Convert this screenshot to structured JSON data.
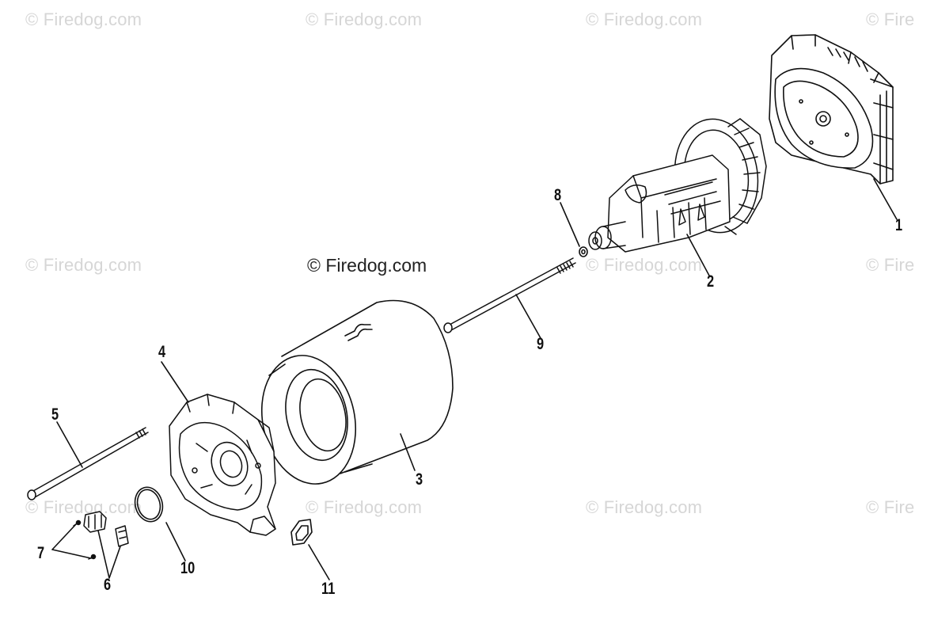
{
  "watermarks": {
    "repeat_text": "© Firedog.com",
    "repeat_text_clipped": "© Fire",
    "center_text": "© Firedog.com"
  },
  "callouts": [
    "1",
    "2",
    "3",
    "4",
    "5",
    "6",
    "7",
    "8",
    "9",
    "10",
    "11"
  ],
  "colors": {
    "line": "#111111",
    "watermark": "#d6d6d6",
    "background": "#ffffff"
  }
}
